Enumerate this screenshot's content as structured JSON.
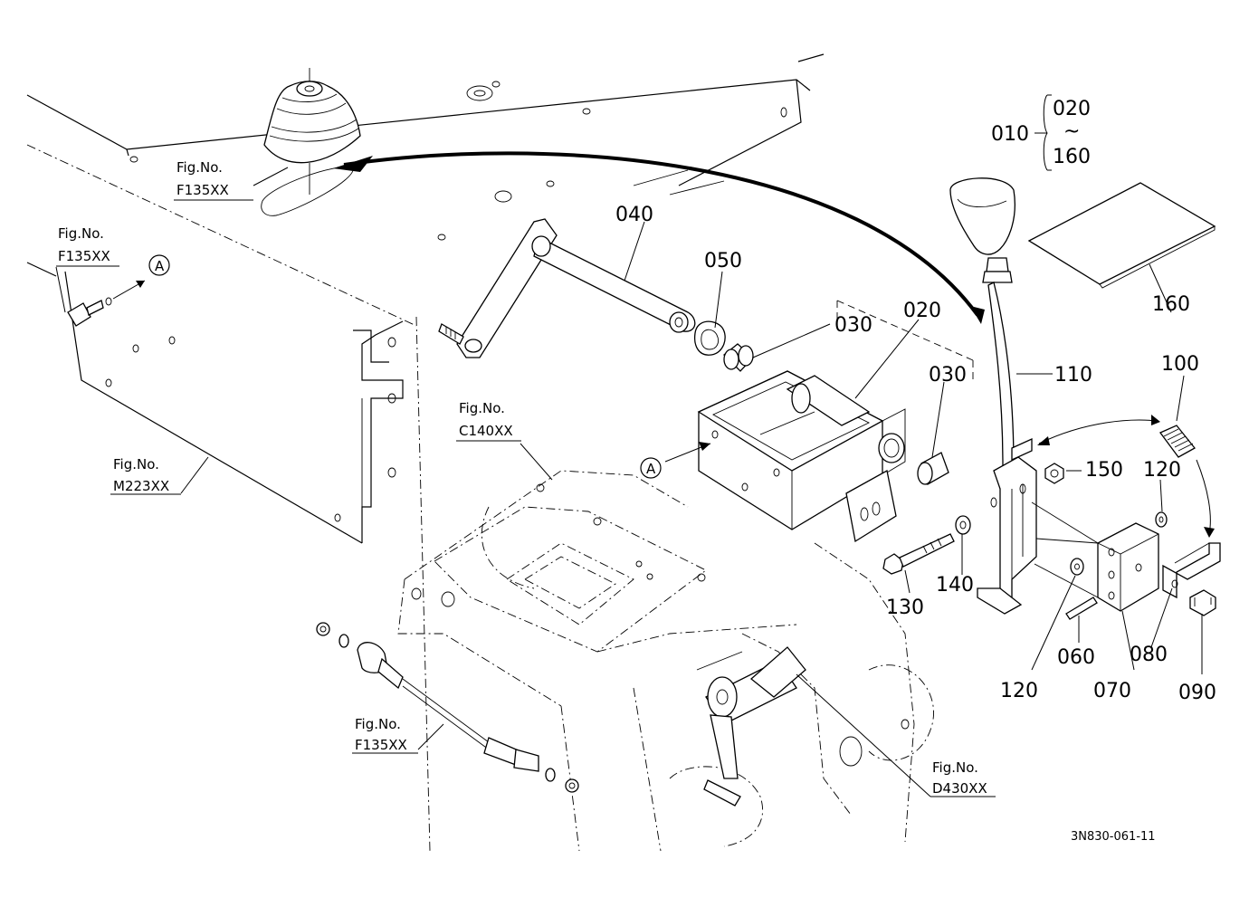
{
  "diagram_id": "3N830-061-11",
  "part_labels": [
    {
      "text": "010"
    },
    {
      "text": "020"
    },
    {
      "text": "~"
    },
    {
      "text": "160"
    },
    {
      "text": "040"
    },
    {
      "text": "050"
    },
    {
      "text": "030"
    },
    {
      "text": "020"
    },
    {
      "text": "030"
    },
    {
      "text": "110"
    },
    {
      "text": "160"
    },
    {
      "text": "100"
    },
    {
      "text": "150"
    },
    {
      "text": "120"
    },
    {
      "text": "130"
    },
    {
      "text": "140"
    },
    {
      "text": "120"
    },
    {
      "text": "060"
    },
    {
      "text": "070"
    },
    {
      "text": "080"
    },
    {
      "text": "090"
    }
  ],
  "figure_refs": [
    {
      "line1": "Fig.No.",
      "line2": "F135XX"
    },
    {
      "line1": "Fig.No.",
      "line2": "F135XX"
    },
    {
      "line1": "Fig.No.",
      "line2": "M223XX"
    },
    {
      "line1": "Fig.No.",
      "line2": "C140XX"
    },
    {
      "line1": "Fig.No.",
      "line2": "F135XX"
    },
    {
      "line1": "Fig.No.",
      "line2": "D430XX"
    }
  ],
  "callouts": [
    {
      "text": "A"
    },
    {
      "text": "A"
    }
  ]
}
